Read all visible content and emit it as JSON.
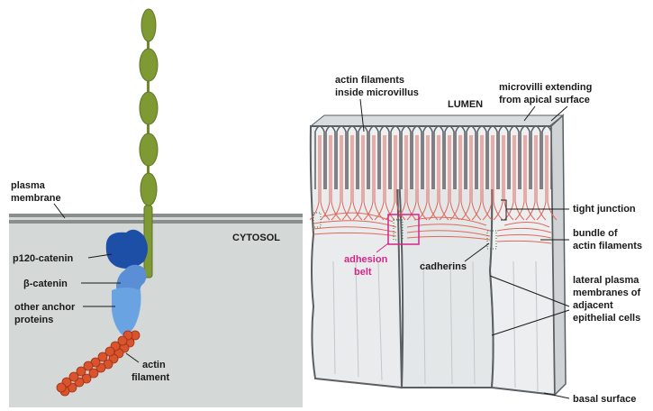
{
  "left_panel": {
    "labels": {
      "plasma_membrane_1": "plasma",
      "plasma_membrane_2": "membrane",
      "cytosol": "CYTOSOL",
      "p120": "p120-catenin",
      "beta": "β-catenin",
      "other_1": "other anchor",
      "other_2": "proteins",
      "actin_1": "actin",
      "actin_2": "filament"
    },
    "colors": {
      "cytosol_fill": "#d4d8d6",
      "membrane": "#8a8f8d",
      "cadherin": "#7f9a33",
      "p120": "#1e4fa6",
      "beta_catenin": "#5a8fd6",
      "anchor": "#6aa3e2",
      "actin_bead": "#d9532c"
    }
  },
  "right_panel": {
    "labels": {
      "actin_in_microvillus_1": "actin filaments",
      "actin_in_microvillus_2": "inside microvillus",
      "lumen": "LUMEN",
      "microvilli_1": "microvilli extending",
      "microvilli_2": "from apical surface",
      "tight_junction": "tight junction",
      "bundle_1": "bundle of",
      "bundle_2": "actin filaments",
      "adhesion_1": "adhesion",
      "adhesion_2": "belt",
      "cadherins": "cadherins",
      "lateral_1": "lateral plasma",
      "lateral_2": "membranes of",
      "lateral_3": "adjacent",
      "lateral_4": "epithelial cells",
      "basal": "basal surface"
    },
    "colors": {
      "cell_fill": "#e9ebec",
      "outline": "#5a5f63",
      "actin_red": "#e0685a",
      "adhesion_box": "#d6258a"
    }
  }
}
